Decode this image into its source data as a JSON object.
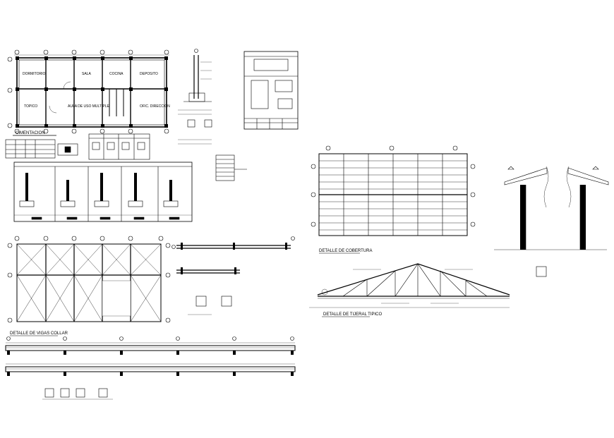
{
  "sheet": {
    "background": "#ffffff",
    "ink": "#000000"
  },
  "labels": {
    "cimentacion": "CIMENTACION",
    "detalle_cobertura": "DETALLE DE COBERTURA",
    "detalle_tijeral": "DETALLE DE TIJERAL TIPICO",
    "detalle_vigas_collar": "DETALLE DE VIGAS COLLAR",
    "dorm": "DORMITORIO",
    "sala": "SALA",
    "cocina": "COCINA",
    "aula": "AULA DE USO MULTIPLE",
    "deposito": "DEPOSITO",
    "topico": "TOPICO",
    "ofic": "OFIC. DIRECCION"
  },
  "icons": {
    "axis_bubble": "axis-bubble-icon",
    "level_marker": "level-marker-icon"
  }
}
